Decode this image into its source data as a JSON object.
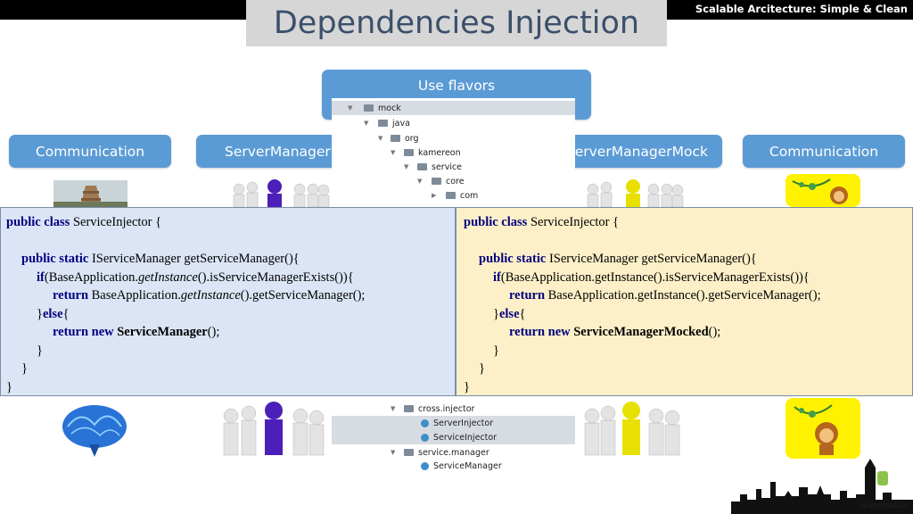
{
  "header": {
    "slide_title": "Dependencies Injection",
    "series_title": "Scalable Arcitecture: Simple & Clean"
  },
  "boxes": {
    "use_flavors": "Use flavors",
    "communication_left": "Communication",
    "server_manager": "ServerManager",
    "server_manager_mock": "ServerManagerMock",
    "communication_right": "Communication"
  },
  "tree": {
    "mock": "mock",
    "java": "java",
    "org": "org",
    "kamereon": "kamereon",
    "service": "service",
    "core": "core",
    "com": "com",
    "cross_injector": "cross.injector",
    "server_injector": "ServerInjector",
    "service_injector": "ServiceInjector",
    "service_manager_pkg": "service.manager",
    "service_manager_cls": "ServiceManager"
  },
  "code_left": {
    "l1_kw": "public class",
    "l1_rest": " ServiceInjector {",
    "l3_kw": "public static",
    "l3_rest": " IServiceManager getServiceManager(){",
    "l4_kw": "if",
    "l4_a": "(BaseApplication.",
    "l4_it": "getInstance",
    "l4_b": "().isServiceManagerExists()){",
    "l5_kw": "return",
    "l5_a": " BaseApplication.",
    "l5_it": "getInstance",
    "l5_b": "().getServiceManager();",
    "l6_a": "}",
    "l6_kw": "else",
    "l6_b": "{",
    "l7_kw": "return new",
    "l7_cls": " ServiceManager",
    "l7_b": "();",
    "close_brace": "}"
  },
  "code_right": {
    "l1_kw": "public class",
    "l1_rest": " ServiceInjector {",
    "l3_kw": "public static",
    "l3_rest": " IServiceManager getServiceManager(){",
    "l4_kw": "if",
    "l4_rest": "(BaseApplication.getInstance().isServiceManagerExists()){",
    "l5_kw": "return",
    "l5_rest": " BaseApplication.getInstance().getServiceManager();",
    "l6_a": "}",
    "l6_kw": "else",
    "l6_b": "{",
    "l7_kw": "return new",
    "l7_cls": " ServiceManagerMocked",
    "l7_b": "();",
    "close_brace": "}"
  },
  "footer": {
    "watermark": "@android2ee"
  },
  "colors": {
    "pill": "#5b9bd5",
    "code_left_bg": "#dbe5f5",
    "code_right_bg": "#fdf0c8",
    "title_box_bg": "#d6d6d6",
    "title_text": "#3b4f6b",
    "keyword": "#000080"
  }
}
